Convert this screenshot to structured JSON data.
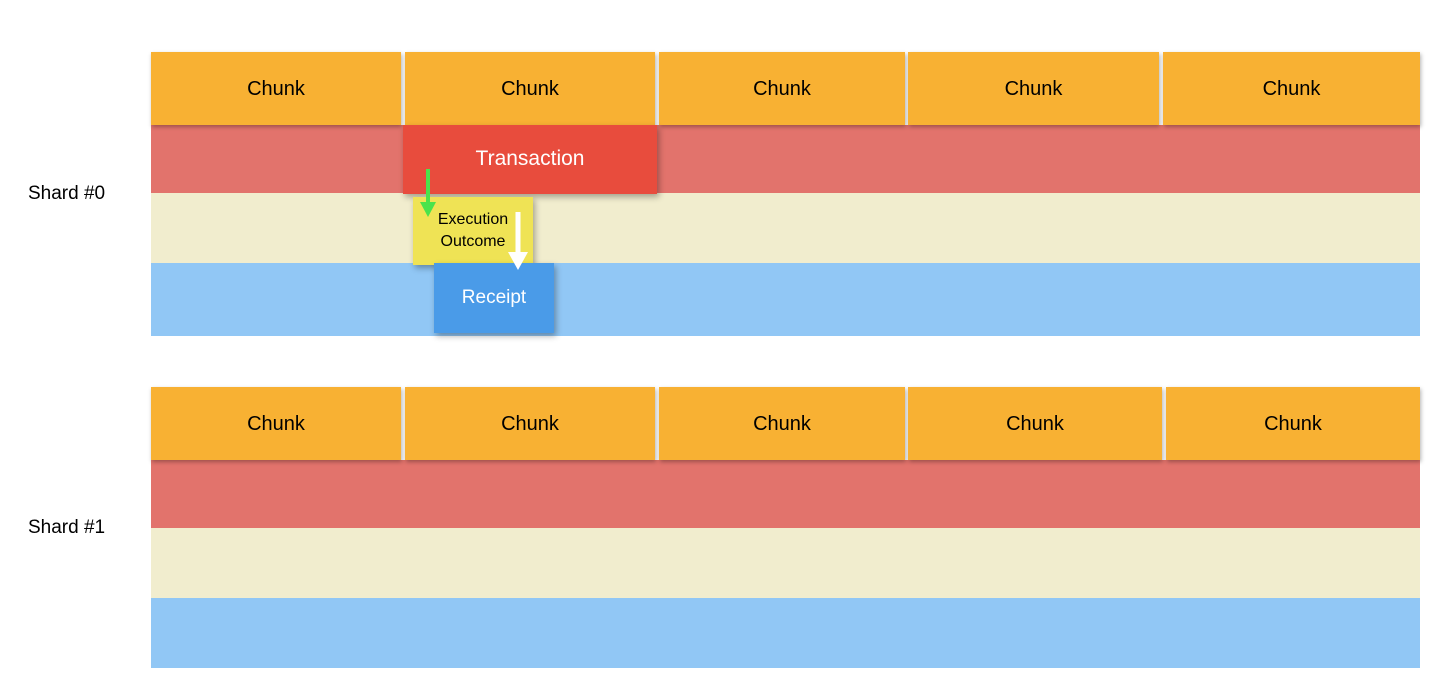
{
  "diagram": {
    "title": "Shard chunk / transaction / execution outcome / receipt diagram",
    "background_color": "#FFFFFF",
    "chunk_label": "Chunk",
    "colors": {
      "chunk": "#F8B133",
      "transaction_band": "#E2736C",
      "transaction_box": "#E84C3D",
      "outcome_band": "#F1EDCE",
      "outcome_box": "#EFE355",
      "receipt_band": "#91C7F5",
      "receipt_box": "#4A9BE8",
      "arrow_green": "#4BE34B",
      "arrow_white": "#FFFFFF",
      "text_dark": "#000000",
      "text_light": "#FFFFFF"
    }
  },
  "shards": [
    {
      "label": "Shard #0",
      "chunks": [
        {
          "label": "Chunk"
        },
        {
          "label": "Chunk"
        },
        {
          "label": "Chunk"
        },
        {
          "label": "Chunk"
        },
        {
          "label": "Chunk"
        }
      ],
      "bands": [
        {
          "name": "transaction-band"
        },
        {
          "name": "outcome-band"
        },
        {
          "name": "receipt-band"
        }
      ],
      "callouts": [
        {
          "name": "transaction",
          "label": "Transaction"
        },
        {
          "name": "execution-outcome",
          "label": "Execution\nOutcome",
          "line1": "Execution",
          "line2": "Outcome"
        },
        {
          "name": "receipt",
          "label": "Receipt"
        }
      ],
      "arrows": [
        {
          "name": "transaction-to-outcome",
          "color": "#4BE34B"
        },
        {
          "name": "outcome-to-receipt",
          "color": "#FFFFFF"
        }
      ]
    },
    {
      "label": "Shard #1",
      "chunks": [
        {
          "label": "Chunk"
        },
        {
          "label": "Chunk"
        },
        {
          "label": "Chunk"
        },
        {
          "label": "Chunk"
        },
        {
          "label": "Chunk"
        }
      ],
      "bands": [
        {
          "name": "transaction-band"
        },
        {
          "name": "outcome-band"
        },
        {
          "name": "receipt-band"
        }
      ],
      "callouts": [],
      "arrows": []
    }
  ]
}
